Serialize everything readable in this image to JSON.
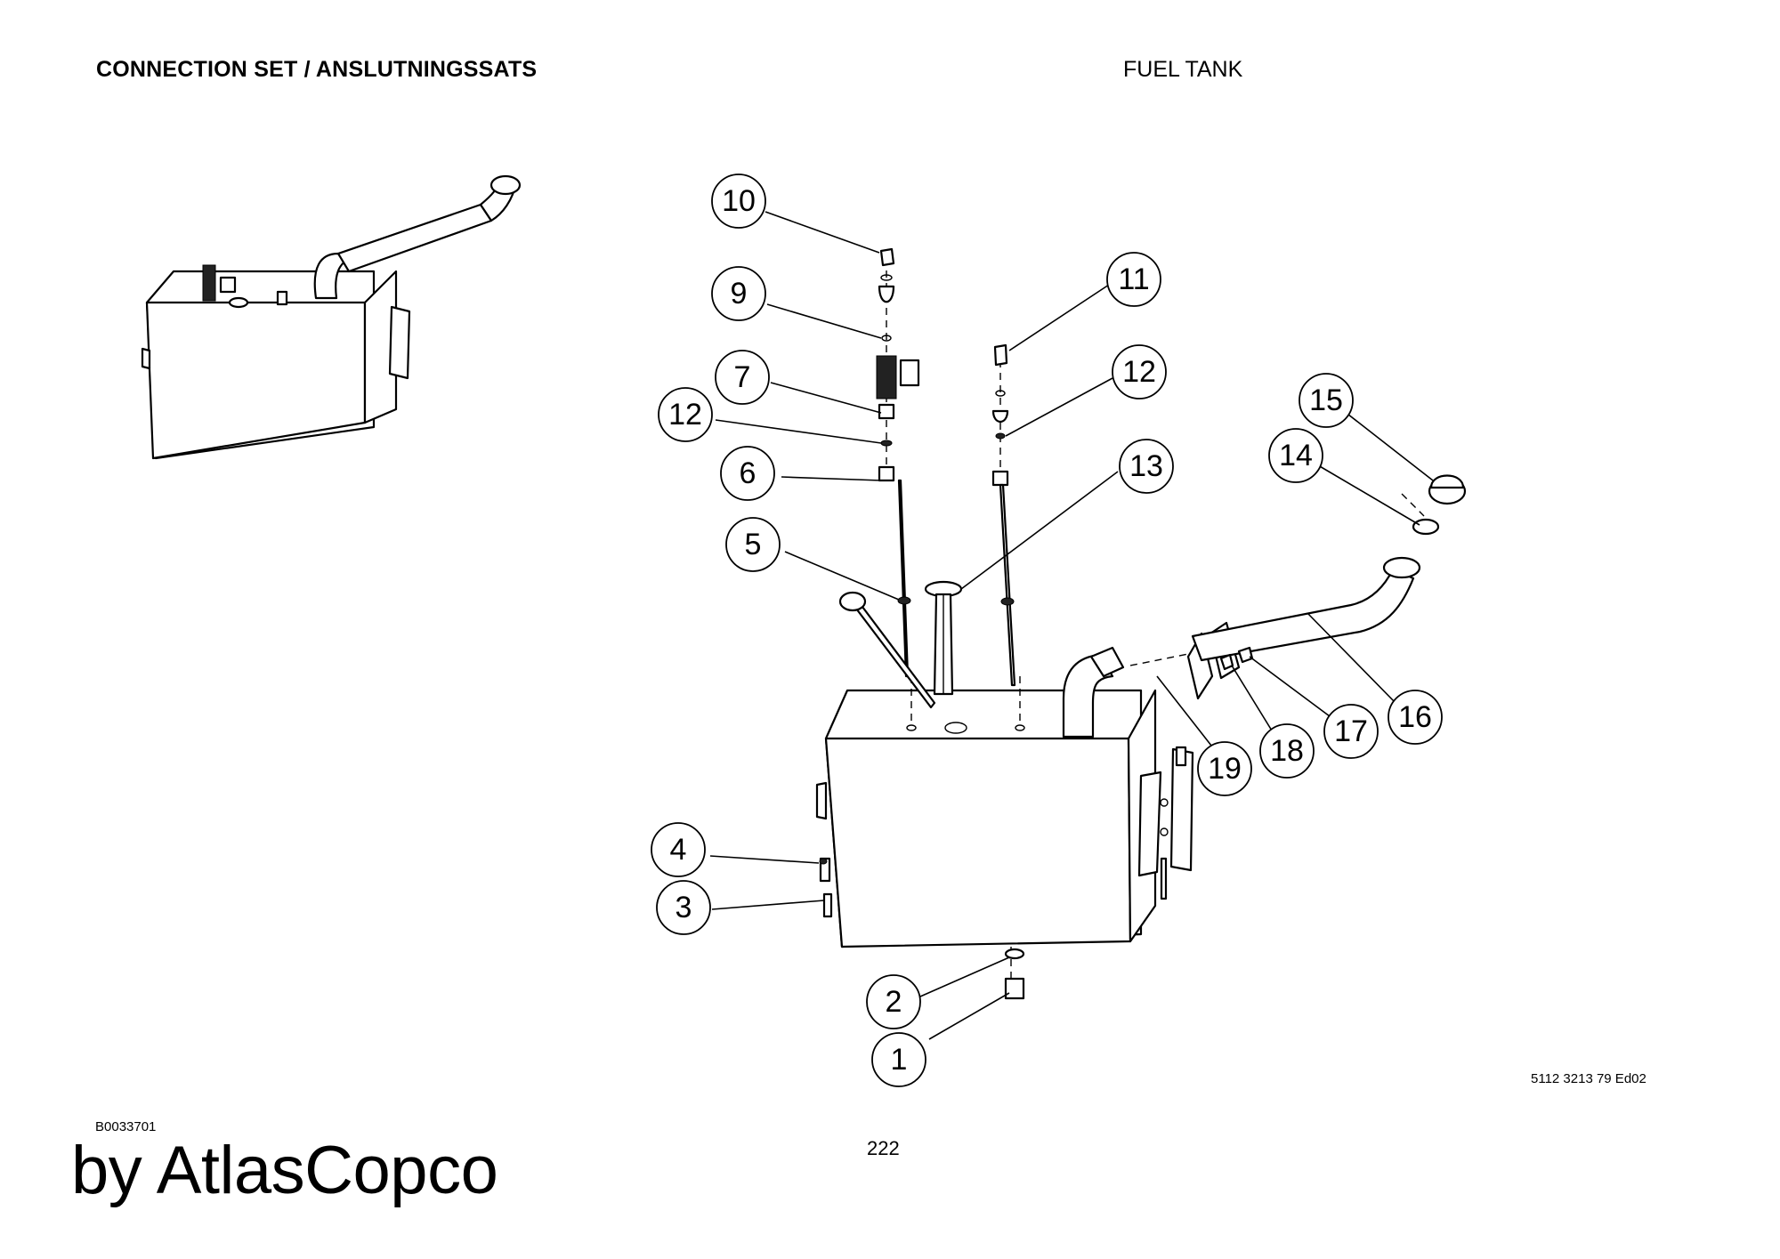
{
  "header": {
    "left_title": "CONNECTION SET / ANSLUTNINGSSATS",
    "right_title": "FUEL TANK"
  },
  "footer": {
    "drawing_id": "B0033701",
    "page_number": "222",
    "document_number": "5112 3213 79 Ed02",
    "brand": "by AtlasCopco"
  },
  "callouts": [
    "1",
    "2",
    "3",
    "4",
    "5",
    "6",
    "7",
    "9",
    "10",
    "11",
    "12",
    "12",
    "13",
    "14",
    "15",
    "16",
    "17",
    "18",
    "19"
  ]
}
